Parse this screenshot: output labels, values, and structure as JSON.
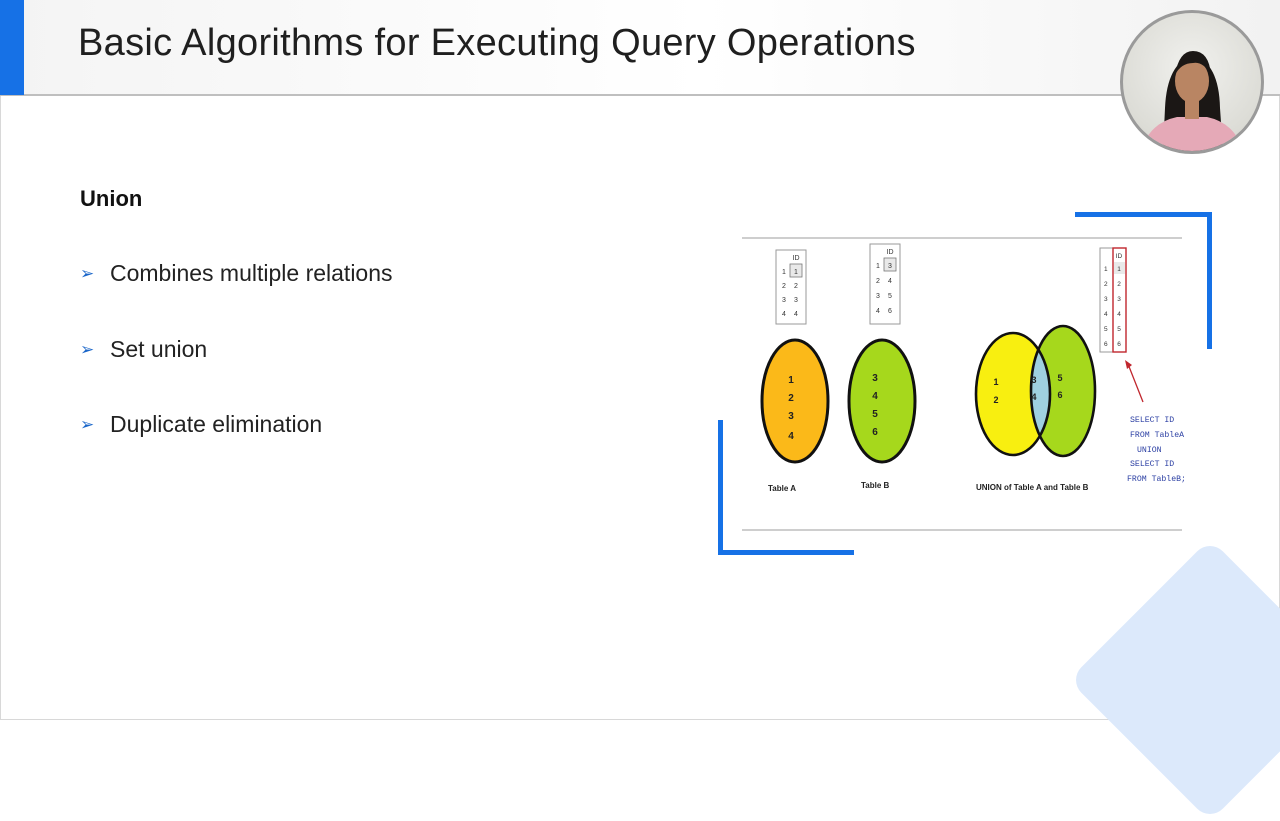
{
  "slide": {
    "title": "Basic Algorithms for Executing Query Operations",
    "heading": "Union",
    "bullets": [
      "Combines multiple relations",
      "Set union",
      "Duplicate elimination"
    ],
    "accent_color": "#1671e6"
  },
  "figure": {
    "table_a": {
      "header": "ID",
      "rows": [
        [
          "1",
          "1"
        ],
        [
          "2",
          "2"
        ],
        [
          "3",
          "3"
        ],
        [
          "4",
          "4"
        ]
      ]
    },
    "table_b": {
      "header": "ID",
      "rows": [
        [
          "1",
          "3"
        ],
        [
          "2",
          "4"
        ],
        [
          "3",
          "5"
        ],
        [
          "4",
          "6"
        ]
      ]
    },
    "table_union": {
      "header": "ID",
      "rows": [
        [
          "1",
          "1"
        ],
        [
          "2",
          "2"
        ],
        [
          "3",
          "3"
        ],
        [
          "4",
          "4"
        ],
        [
          "5",
          "5"
        ],
        [
          "6",
          "6"
        ]
      ]
    },
    "set_a": {
      "values": [
        "1",
        "2",
        "3",
        "4"
      ],
      "label": "Table A",
      "color": "#fbb919"
    },
    "set_b": {
      "values": [
        "3",
        "4",
        "5",
        "6"
      ],
      "label": "Table B",
      "color": "#a6d81c"
    },
    "venn": {
      "left_only": [
        "1",
        "2"
      ],
      "overlap": [
        "3",
        "4"
      ],
      "right_only": [
        "5",
        "6"
      ],
      "label": "UNION of Table A and Table B",
      "left_color": "#f8ef10",
      "right_color": "#a6d81c",
      "overlap_color": "#9fd0e0"
    },
    "sql_lines": [
      "SELECT ID",
      "FROM TableA",
      "UNION",
      "SELECT ID",
      "FROM TableB;"
    ]
  }
}
